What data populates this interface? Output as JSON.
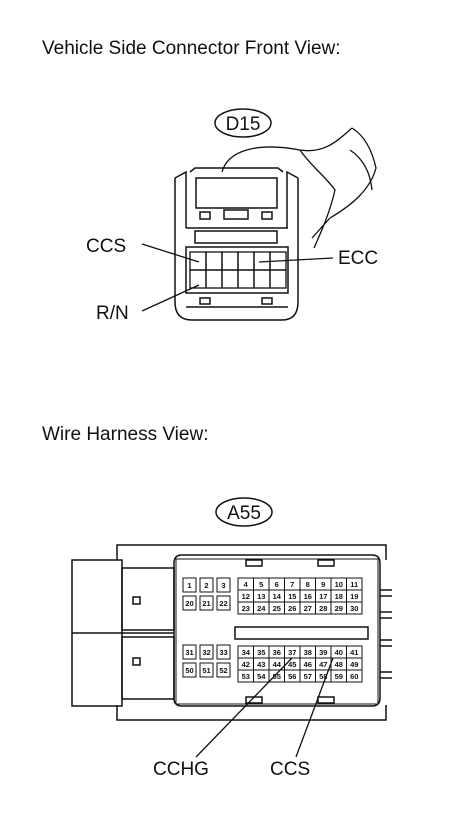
{
  "vehicle_side": {
    "heading": "Vehicle Side Connector Front View:",
    "connector_id": "D15",
    "labels": {
      "ccs": "CCS",
      "ecc": "ECC",
      "rn": "R/N"
    }
  },
  "wire_harness": {
    "heading": "Wire Harness View:",
    "connector_id": "A55",
    "labels": {
      "cchg": "CCHG",
      "ccs": "CCS"
    },
    "pins": {
      "block_a": [
        [
          "1",
          "2",
          "3"
        ],
        [
          "20",
          "21",
          "22"
        ]
      ],
      "block_b": [
        [
          "4",
          "5",
          "6",
          "7",
          "8",
          "9",
          "10",
          "11"
        ],
        [
          "12",
          "13",
          "14",
          "15",
          "16",
          "17",
          "18",
          "19"
        ],
        [
          "23",
          "24",
          "25",
          "26",
          "27",
          "28",
          "29",
          "30"
        ]
      ],
      "block_c": [
        [
          "31",
          "32",
          "33"
        ],
        [
          "50",
          "51",
          "52"
        ]
      ],
      "block_d": [
        [
          "34",
          "35",
          "36",
          "37",
          "38",
          "39",
          "40",
          "41"
        ],
        [
          "42",
          "43",
          "44",
          "45",
          "46",
          "47",
          "48",
          "49"
        ],
        [
          "53",
          "54",
          "55",
          "56",
          "57",
          "58",
          "59",
          "60"
        ]
      ]
    }
  }
}
